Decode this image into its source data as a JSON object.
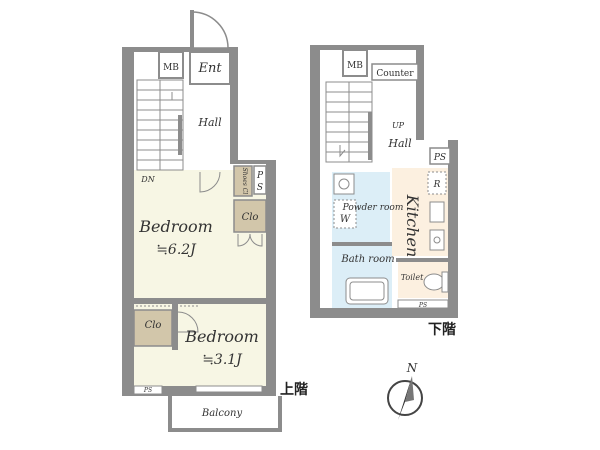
{
  "colors": {
    "wall": "#8c8c8c",
    "bedroom_floor": "#f7f6e4",
    "closet": "#d2c6aa",
    "bath_tile": "#dceef7",
    "kitchen_floor": "#fcf0e0",
    "white": "#ffffff"
  },
  "upper_floor": {
    "label": "上階",
    "rooms": {
      "mb": "MB",
      "ent": "Ent",
      "hall": "Hall",
      "dn": "DN",
      "shoe_cl": "Shoes Cl",
      "ps_p": "P",
      "ps_s": "S",
      "clo_small": "Clo",
      "bedroom_main": "Bedroom",
      "bedroom_main_size": "≒6.2J",
      "clo_left": "Clo",
      "bedroom_small": "Bedroom",
      "bedroom_small_size": "≒3.1J",
      "ps_small": "PS",
      "balcony": "Balcony"
    }
  },
  "lower_floor": {
    "label": "下階",
    "rooms": {
      "mb": "MB",
      "counter": "Counter",
      "up": "UP",
      "hall": "Hall",
      "ps": "PS",
      "powder_room": "Powder room",
      "w": "W",
      "kitchen": "Kitchen",
      "r": "R",
      "bath_room": "Bath room",
      "toilet": "Toilet",
      "ps_small": "PS"
    }
  },
  "compass": {
    "north": "N"
  }
}
